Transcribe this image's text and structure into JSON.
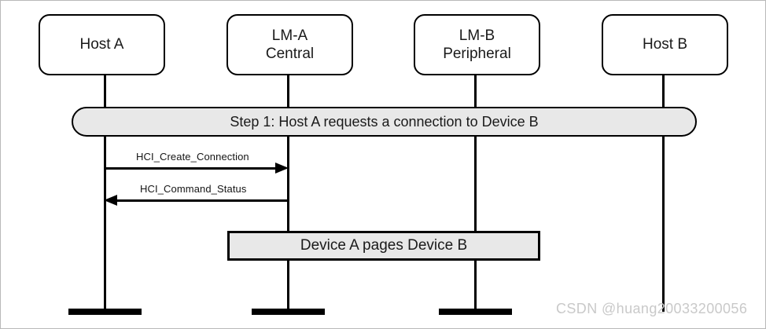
{
  "diagram": {
    "type": "sequence-diagram",
    "actors": [
      {
        "id": "host-a",
        "lines": [
          "Host A"
        ]
      },
      {
        "id": "lm-a",
        "lines": [
          "LM-A",
          "Central"
        ]
      },
      {
        "id": "lm-b",
        "lines": [
          "LM-B",
          "Peripheral"
        ]
      },
      {
        "id": "host-b",
        "lines": [
          "Host B"
        ]
      }
    ],
    "step_banner": {
      "text": "Step 1: Host A requests a connection to Device B"
    },
    "messages": [
      {
        "id": "hci-create-connection",
        "label": "HCI_Create_Connection",
        "direction": "right",
        "from": "host-a",
        "to": "lm-a"
      },
      {
        "id": "hci-command-status",
        "label": "HCI_Command_Status",
        "direction": "left",
        "from": "lm-a",
        "to": "host-a"
      }
    ],
    "action_box": {
      "text": "Device A pages Device B"
    },
    "watermark": {
      "text": "CSDN @huang20033200056"
    },
    "colors": {
      "shape_fill": "#e8e8e8",
      "stroke": "#000000",
      "background": "#ffffff",
      "watermark": "#c9c9c9"
    }
  }
}
